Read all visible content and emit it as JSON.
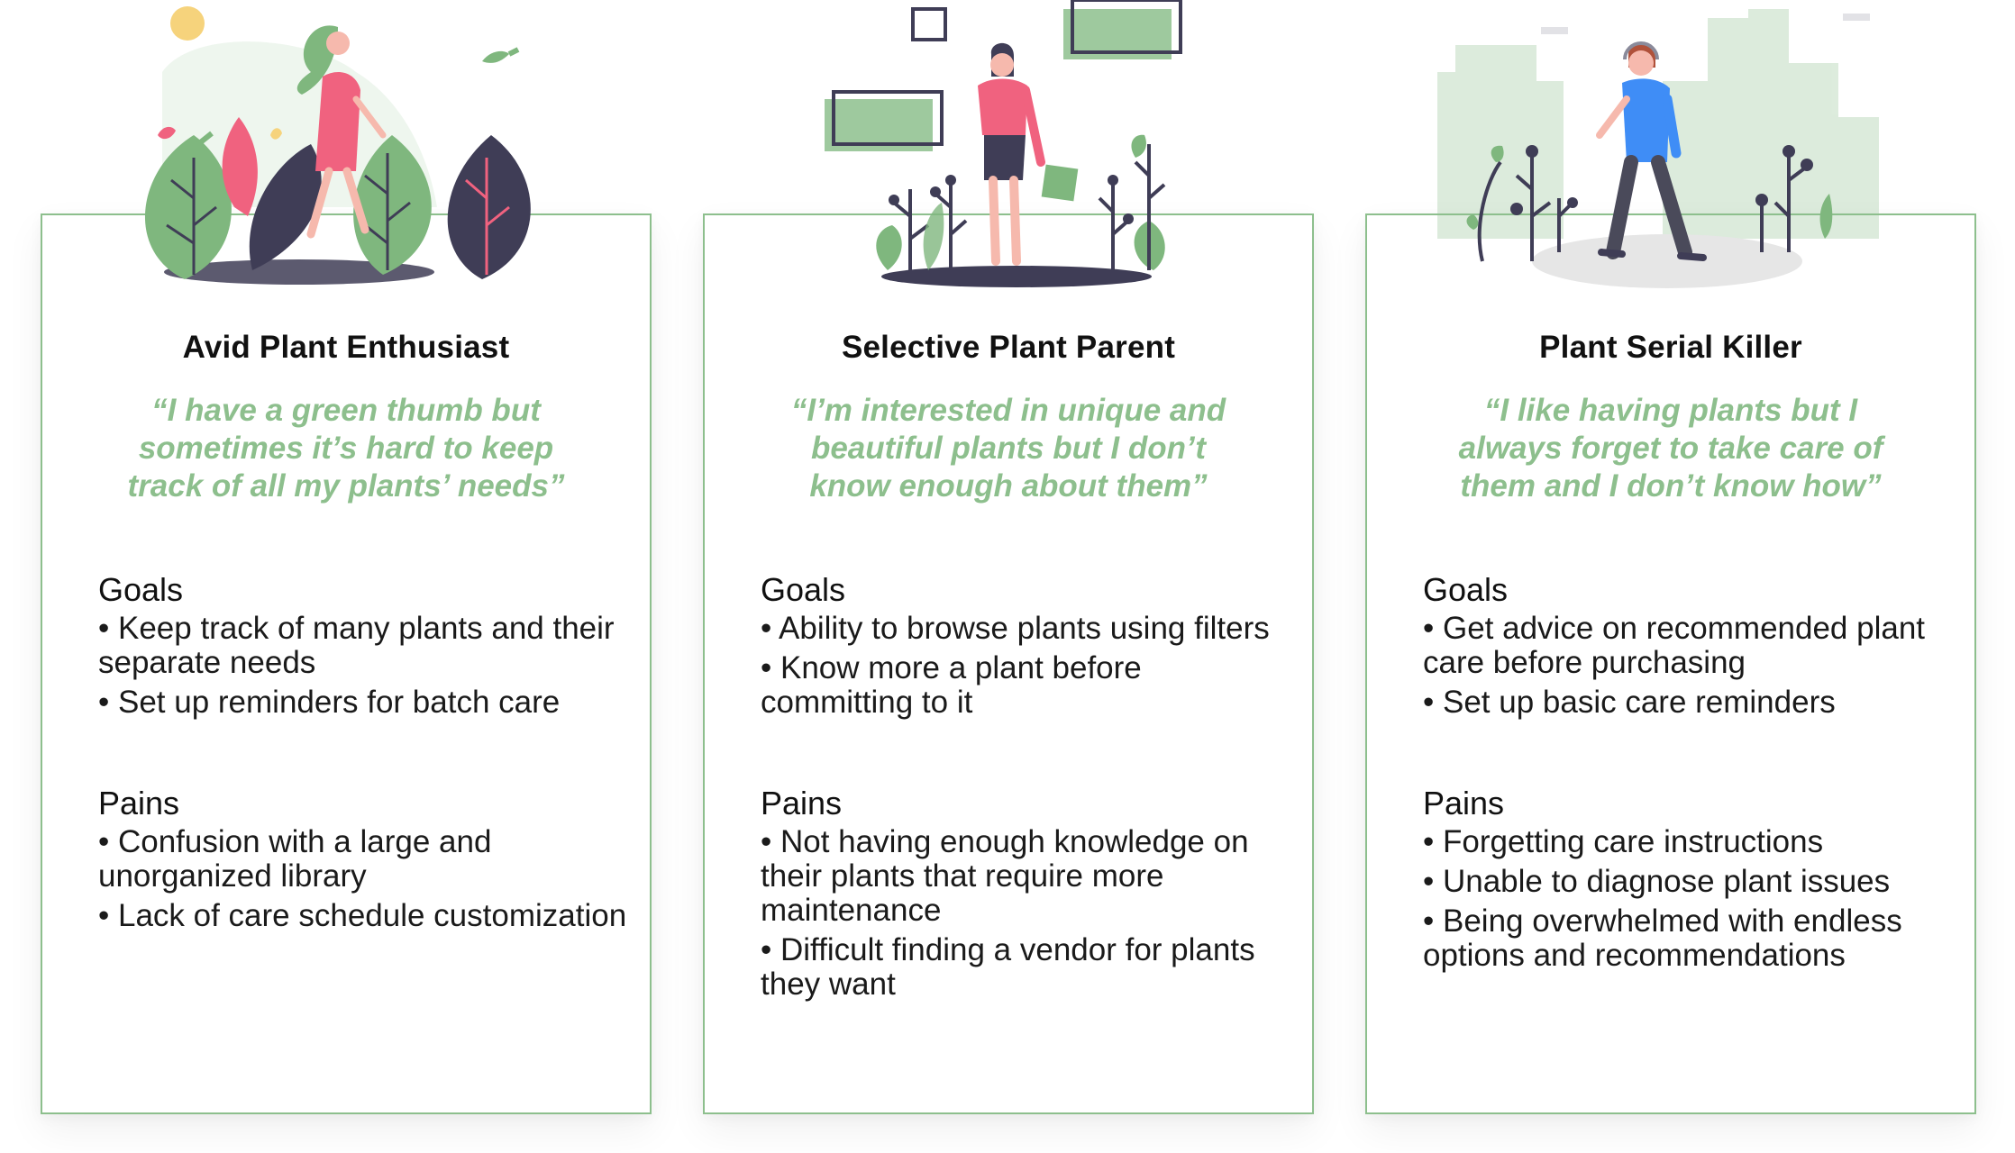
{
  "colors": {
    "accent_green": "#8dbf8d",
    "pink": "#f0627f",
    "dark": "#3f3d56",
    "blue": "#3f8df6"
  },
  "personas": [
    {
      "title": "Avid Plant Enthusiast",
      "quote": "“I have a green thumb but sometimes it’s hard to keep track of all my plants’ needs”",
      "goals_label": "Goals",
      "goals": [
        "• Keep track of many plants and their separate needs",
        "• Set up reminders for batch care"
      ],
      "pains_label": "Pains",
      "pains": [
        "• Confusion with a large and unorganized library",
        "•  Lack of care schedule customization"
      ],
      "illustration": "woman-walking-among-plants-illustration"
    },
    {
      "title": "Selective Plant Parent",
      "quote": "“I’m interested in unique and beautiful plants but I don’t know enough about them”",
      "goals_label": "Goals",
      "goals": [
        "• Ability to browse plants using filters",
        "• Know more a plant before committing to it"
      ],
      "pains_label": "Pains",
      "pains": [
        "• Not having enough knowledge on their plants that require more maintenance",
        "• Difficult finding a vendor for plants they want"
      ],
      "illustration": "woman-looking-at-frames-illustration"
    },
    {
      "title": "Plant Serial Killer",
      "quote": "“I like having plants but I always forget to take care of them and I don’t know how”",
      "goals_label": "Goals",
      "goals": [
        "• Get advice on recommended plant care before purchasing",
        "• Set up basic care reminders"
      ],
      "pains_label": "Pains",
      "pains": [
        "• Forgetting care instructions",
        "• Unable to diagnose plant issues",
        "• Being overwhelmed with endless options and recommendations"
      ],
      "illustration": "man-walking-in-city-illustration"
    }
  ]
}
